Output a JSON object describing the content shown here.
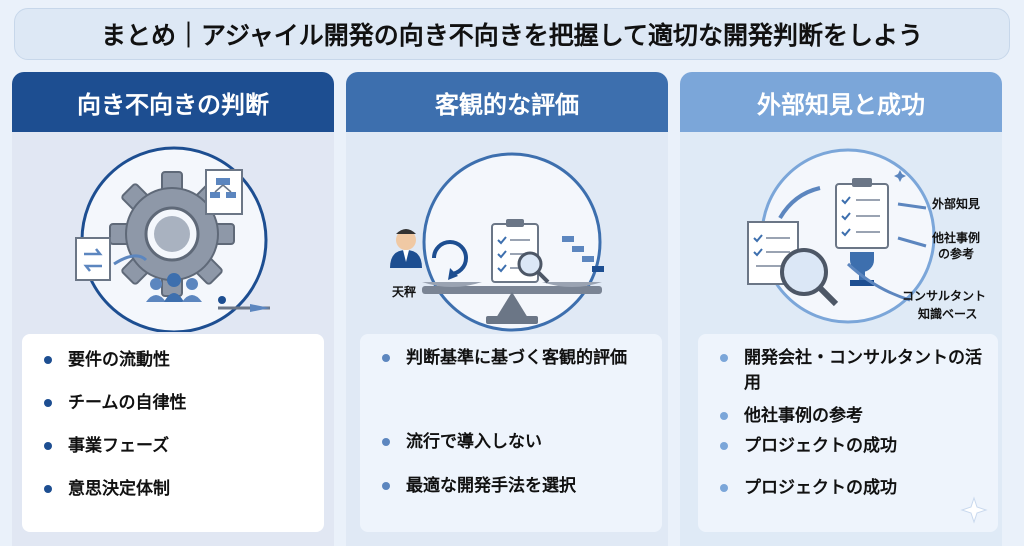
{
  "title": "まとめ｜アジャイル開発の向き不向きを把握して適切な開発判断をしよう",
  "columns": [
    {
      "heading": "向き不向きの判断",
      "items": [
        "要件の流動性",
        "チームの自律性",
        "事業フェーズ",
        "意思決定体制"
      ]
    },
    {
      "heading": "客観的な評価",
      "scale_label": "天秤",
      "items": [
        "判断基準に基づく客観的評価",
        "流行で導入しない",
        "最適な開発手法を選択"
      ]
    },
    {
      "heading": "外部知見と成功",
      "labels": {
        "external": "外部知見",
        "cases_1": "他社事例",
        "cases_2": "の参考",
        "consult_1": "コンサルタント",
        "consult_2": "知識ベース"
      },
      "items": [
        "開発会社・コンサルタントの活用",
        "他社事例の参考",
        "プロジェクトの成功",
        "プロジェクトの成功"
      ]
    }
  ],
  "colors": {
    "dark_blue": "#1d4e91",
    "mid_blue": "#3d6fae",
    "light_blue": "#7ba6d9"
  }
}
